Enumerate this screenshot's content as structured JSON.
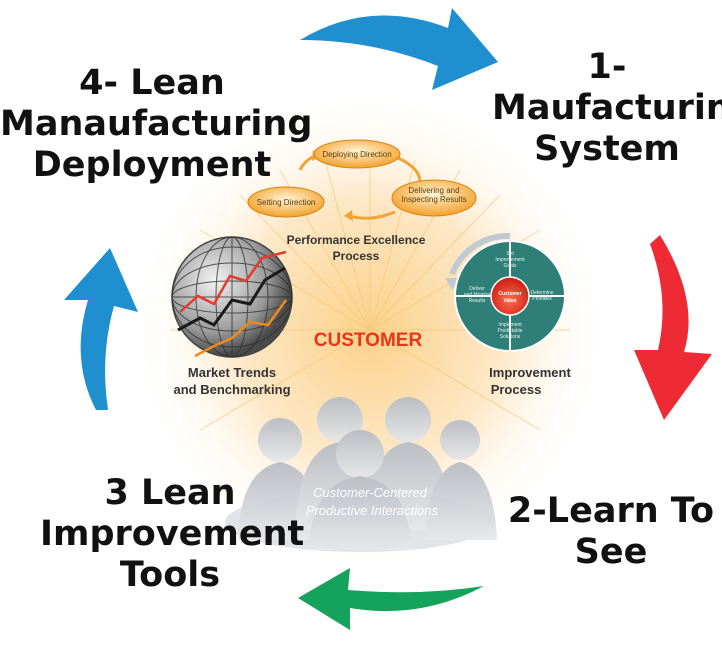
{
  "cycle": {
    "step1": {
      "line1": "1-",
      "line2": "Maufacturing",
      "line3": "System"
    },
    "step2": {
      "line1": "2-Learn To",
      "line2": "See"
    },
    "step3": {
      "line1": "3 Lean",
      "line2": "Improvement",
      "line3": "Tools"
    },
    "step4": {
      "line1": "4- Lean",
      "line2": "Manaufacturing",
      "line3": "Deployment"
    }
  },
  "hub": {
    "center": "CUSTOMER",
    "excellence": {
      "steps": [
        "Deploying Direction",
        "Setting Direction",
        "Delivering and Inspecting Results"
      ],
      "title1": "Performance Excellence",
      "title2": "Process"
    },
    "market": {
      "line1": "Market Trends",
      "line2": "and Benchmarking"
    },
    "improvement": {
      "line1": "Improvement",
      "line2": "Process",
      "wheel": {
        "center1": "Customer",
        "center2": "Value",
        "top1": "Set",
        "top2": "Improvement",
        "top3": "Goals",
        "right1": "Determine",
        "right2": "Priorities",
        "bottom1": "Implement",
        "bottom2": "Predictable",
        "bottom3": "Solutions",
        "left1": "Deliver",
        "left2": "and Monitor",
        "left3": "Results"
      }
    },
    "people": {
      "line1": "Customer-Centered",
      "line2": "Productive Interactions"
    }
  },
  "colors": {
    "blue_arrow": "#1f8fd0",
    "red_arrow": "#ee2b35",
    "green_arrow": "#15a25a",
    "accent": "#e8361b",
    "ring": "#f39a1e",
    "wheel": "#2e7f78"
  }
}
